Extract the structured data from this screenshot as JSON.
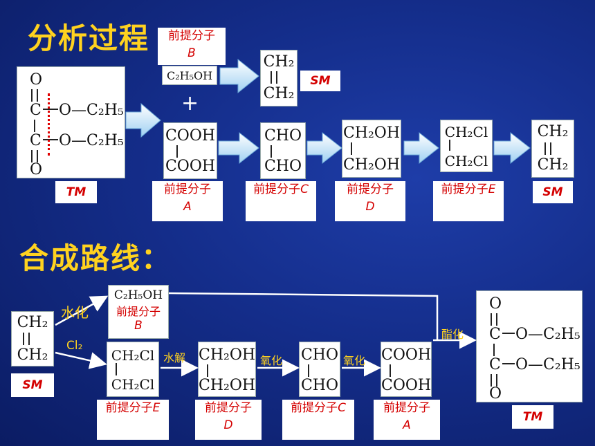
{
  "headings": {
    "analysis": "分析过程",
    "route": "合成路线："
  },
  "labels": {
    "precursor": "前提分子",
    "B": "B",
    "A": "A",
    "C": "C",
    "D": "D",
    "E": "E",
    "TM": "TM",
    "SM": "SM"
  },
  "formulas": {
    "ch2": "CH₂",
    "cooh": "COOH",
    "cho": "CHO",
    "ch2oh": "CH₂OH",
    "ch2cl": "CH₂Cl",
    "ethanol": "C₂H₅OH",
    "o": "O",
    "c": "C",
    "oc2h5": "O—C₂H₅",
    "plus": "+"
  },
  "reactions": {
    "hydration": "水化",
    "cl2": "Cl₂",
    "hydrolysis": "水解",
    "oxidation": "氧化",
    "esterification": "酯化"
  }
}
